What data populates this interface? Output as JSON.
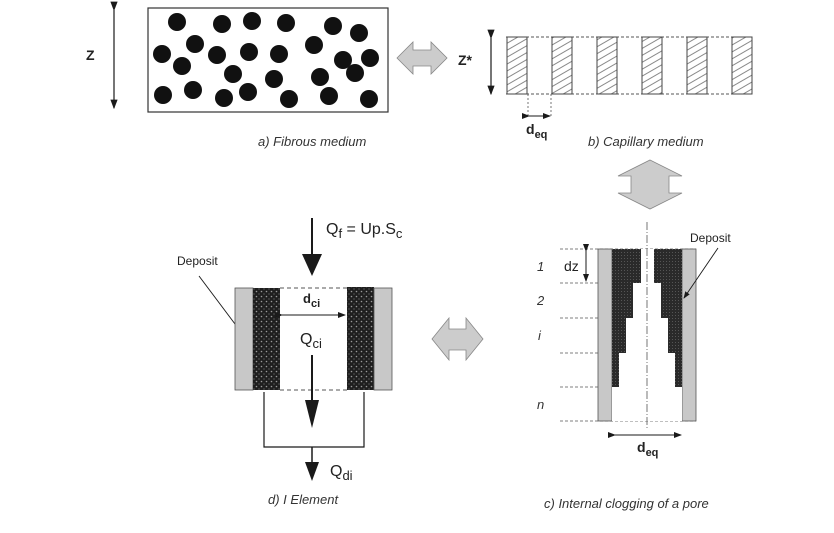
{
  "panels": {
    "a": {
      "caption": "a) Fibrous medium",
      "height_label": "Z"
    },
    "b": {
      "caption": "b) Capillary medium",
      "height_label": "Z*",
      "diameter_label_main": "d",
      "diameter_label_sub": "eq",
      "capillary_count": 6
    },
    "c": {
      "caption": "c)  Internal clogging of a pore",
      "deposit_label": "Deposit",
      "dz_label": "dz",
      "layer_labels": [
        "1",
        "2",
        "i",
        "n"
      ],
      "diameter_label_main": "d",
      "diameter_label_sub": "eq"
    },
    "d": {
      "caption": "d) I Element",
      "deposit_label": "Deposit",
      "inflow_main": "Q",
      "inflow_sub": "f",
      "inflow_eq": " = Up.S",
      "inflow_eq_sub": "c",
      "diameter_main": "d",
      "diameter_sub": "ci",
      "flow_main": "Q",
      "flow_sub": "ci",
      "outflow_main": "Q",
      "outflow_sub": "di"
    }
  },
  "colors": {
    "ink": "#1a1a1a",
    "wall_gray": "#c8c8c8",
    "arrow_gray": "#cccccc",
    "deposit_dark": "#1e1e1e"
  }
}
